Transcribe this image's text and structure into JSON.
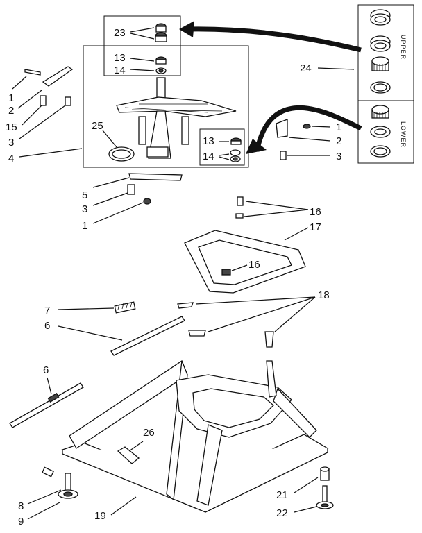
{
  "labels": {
    "l1a": "1",
    "l2a": "2",
    "l15": "15",
    "l3a": "3",
    "l4": "4",
    "l25": "25",
    "l23": "23",
    "l13a": "13",
    "l14a": "14",
    "l13b": "13",
    "l14b": "14",
    "l24": "24",
    "l1b": "1",
    "l2b": "2",
    "l3b": "3",
    "l5": "5",
    "l3c": "3",
    "l1c": "1",
    "l16a": "16",
    "l17": "17",
    "l16b": "16",
    "l18": "18",
    "l7": "7",
    "l6a": "6",
    "l6b": "6",
    "l26": "26",
    "l8": "8",
    "l9": "9",
    "l19": "19",
    "l21": "21",
    "l22": "22"
  },
  "bearing_panel": {
    "upper": "UPPER",
    "lower": "LOWER"
  }
}
